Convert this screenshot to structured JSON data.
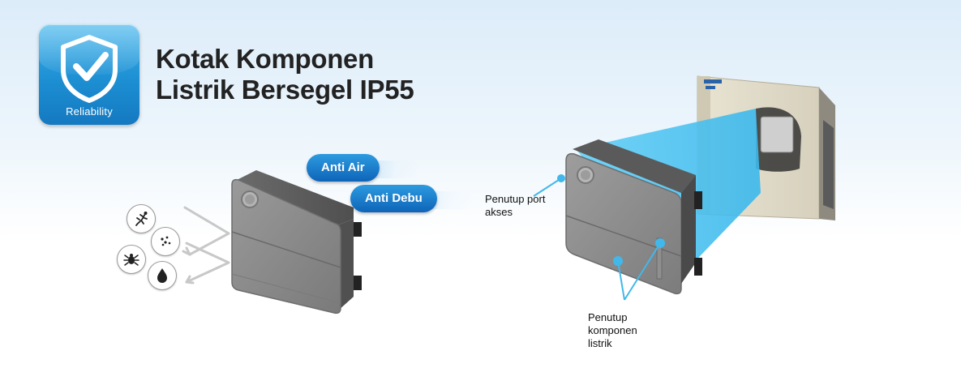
{
  "badge": {
    "label": "Reliability",
    "icon": "shield-check-icon"
  },
  "title": {
    "line1": "Kotak Komponen",
    "line2": "Listrik Bersegel IP55"
  },
  "pills": {
    "water": "Anti Air",
    "dust": "Anti Debu"
  },
  "callouts": {
    "port_cover": "Penutup port\nakses",
    "component_cover": "Penutup\nkomponen\nlistrik"
  },
  "hazards": [
    "lizard-icon",
    "dust-particles-icon",
    "insect-icon",
    "water-drop-icon"
  ],
  "colors": {
    "accent": "#1d8fd3",
    "pill": "#0e64b8",
    "highlight": "#4cc3f0"
  }
}
